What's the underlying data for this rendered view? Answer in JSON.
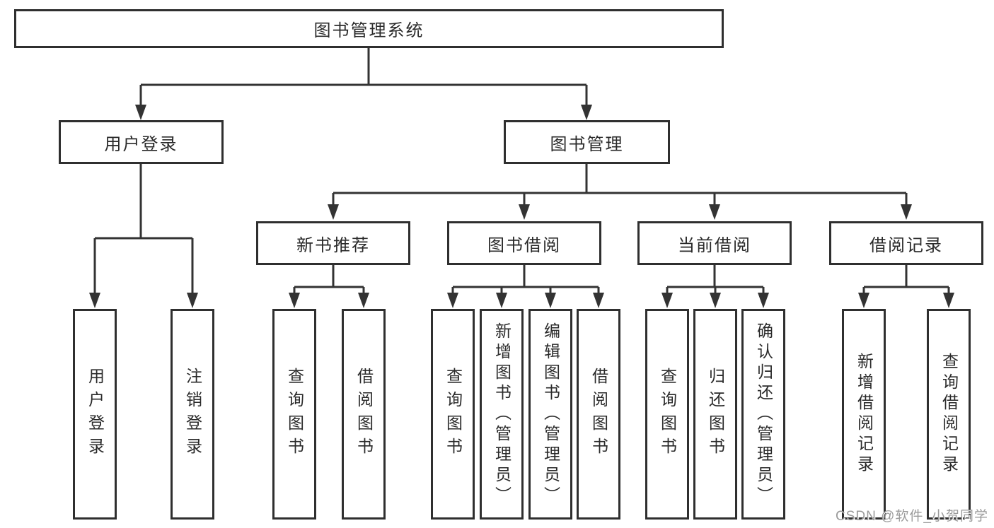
{
  "diagram": {
    "root": {
      "label": "图书管理系统"
    },
    "level2": [
      {
        "label": "用户登录"
      },
      {
        "label": "图书管理"
      }
    ],
    "level3": [
      {
        "label": "新书推荐"
      },
      {
        "label": "图书借阅"
      },
      {
        "label": "当前借阅"
      },
      {
        "label": "借阅记录"
      }
    ],
    "leaves": [
      {
        "label": "用户登录"
      },
      {
        "label": "注销登录"
      },
      {
        "label": "查询图书"
      },
      {
        "label": "借阅图书"
      },
      {
        "label": "查询图书"
      },
      {
        "label": "新增图书（管理员）"
      },
      {
        "label": "编辑图书（管理员）"
      },
      {
        "label": "借阅图书"
      },
      {
        "label": "查询图书"
      },
      {
        "label": "归还图书"
      },
      {
        "label": "确认归还（管理员）"
      },
      {
        "label": "新增借阅记录"
      },
      {
        "label": "查询借阅记录"
      }
    ]
  },
  "watermark": {
    "text": "CSDN @软件_小贺同学",
    "color": "#9b9b9b"
  },
  "colors": {
    "background": "#ffffff",
    "line": "#333333",
    "box_border": "#2f2f2f",
    "text": "#2a2a2a"
  }
}
